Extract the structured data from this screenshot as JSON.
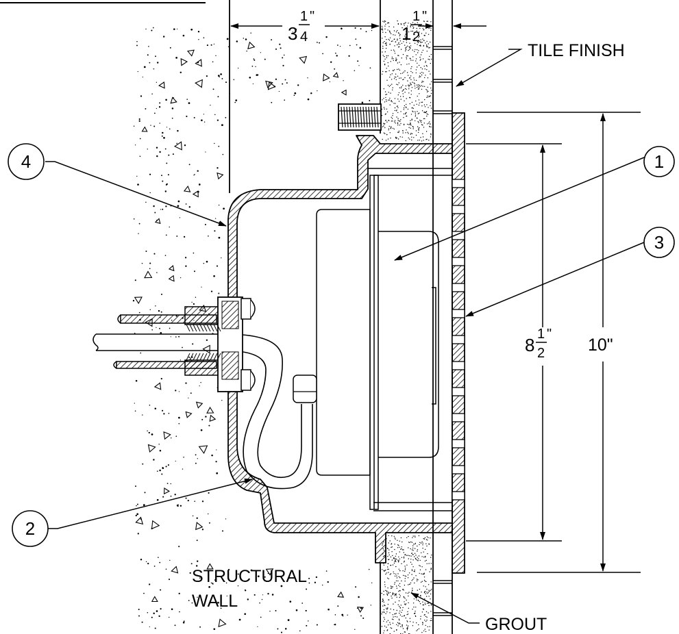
{
  "labels": {
    "tile_finish": "TILE FINISH",
    "grout": "GROUT",
    "structural_line1": "STRUCTURAL",
    "structural_line2": "WALL"
  },
  "callouts": [
    "1",
    "2",
    "3",
    "4"
  ],
  "dimensions": {
    "wall_depth": {
      "whole": "3",
      "num": "1",
      "den": "4",
      "unit": "\""
    },
    "grout_depth": {
      "whole": "1",
      "num": "1",
      "den": "2",
      "unit": "\""
    },
    "inner_height": {
      "whole": "8",
      "num": "1",
      "den": "2",
      "unit": "\""
    },
    "outer_height": {
      "text": "10\""
    }
  }
}
